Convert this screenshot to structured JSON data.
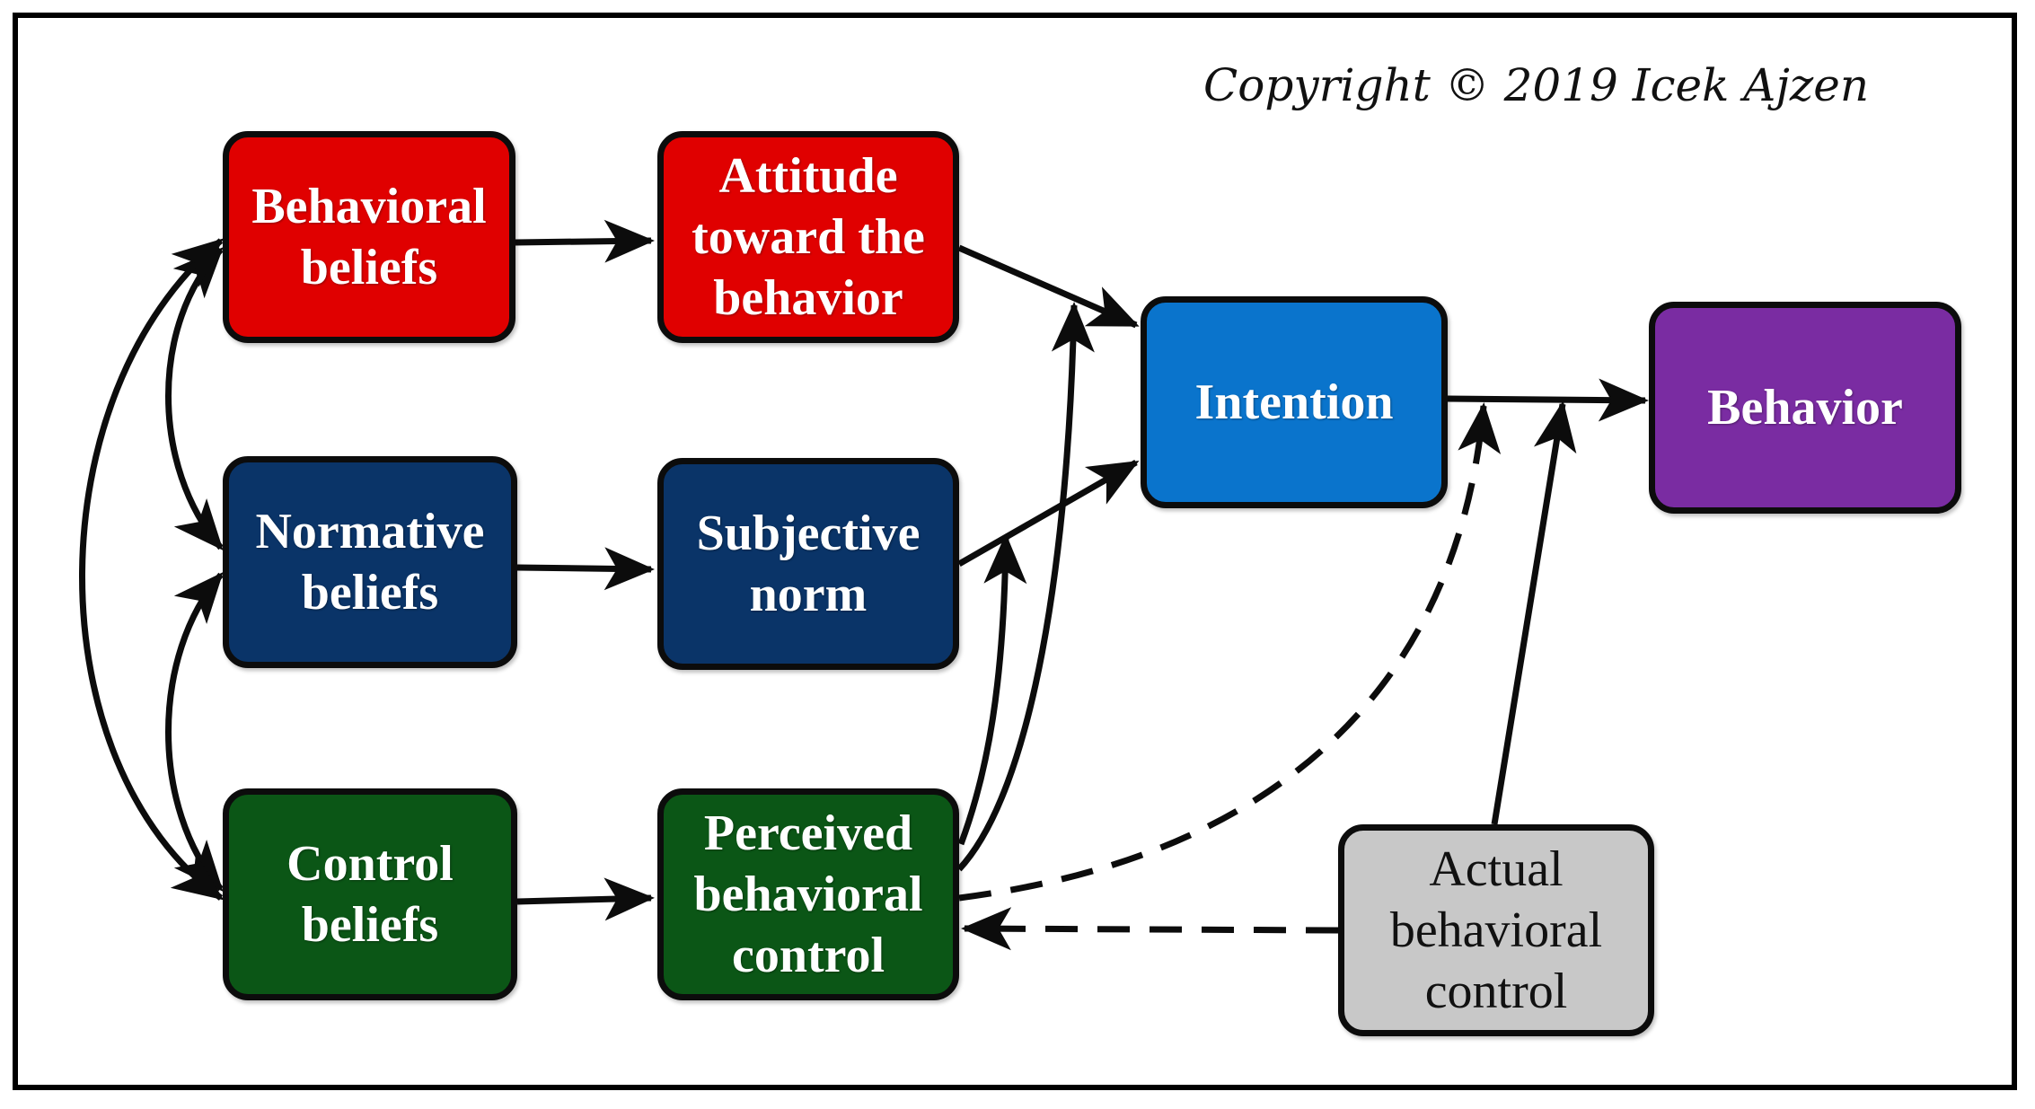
{
  "copyright": "Copyright © 2019 Icek Ajzen",
  "colors": {
    "behavioral": "#e00000",
    "normative": "#0a3468",
    "control": "#0b5616",
    "intention": "#0a74cc",
    "behavior": "#7a2ca2",
    "actual": "#c8c8c8",
    "stroke": "#0c0c0c"
  },
  "nodes": {
    "behavioral_beliefs": "Behavioral\nbeliefs",
    "attitude": "Attitude\ntoward the\nbehavior",
    "normative_beliefs": "Normative\nbeliefs",
    "subjective_norm": "Subjective\nnorm",
    "control_beliefs": "Control\nbeliefs",
    "perceived_control": "Perceived\nbehavioral\ncontrol",
    "intention": "Intention",
    "behavior": "Behavior",
    "actual_control": "Actual\nbehavioral\ncontrol"
  }
}
